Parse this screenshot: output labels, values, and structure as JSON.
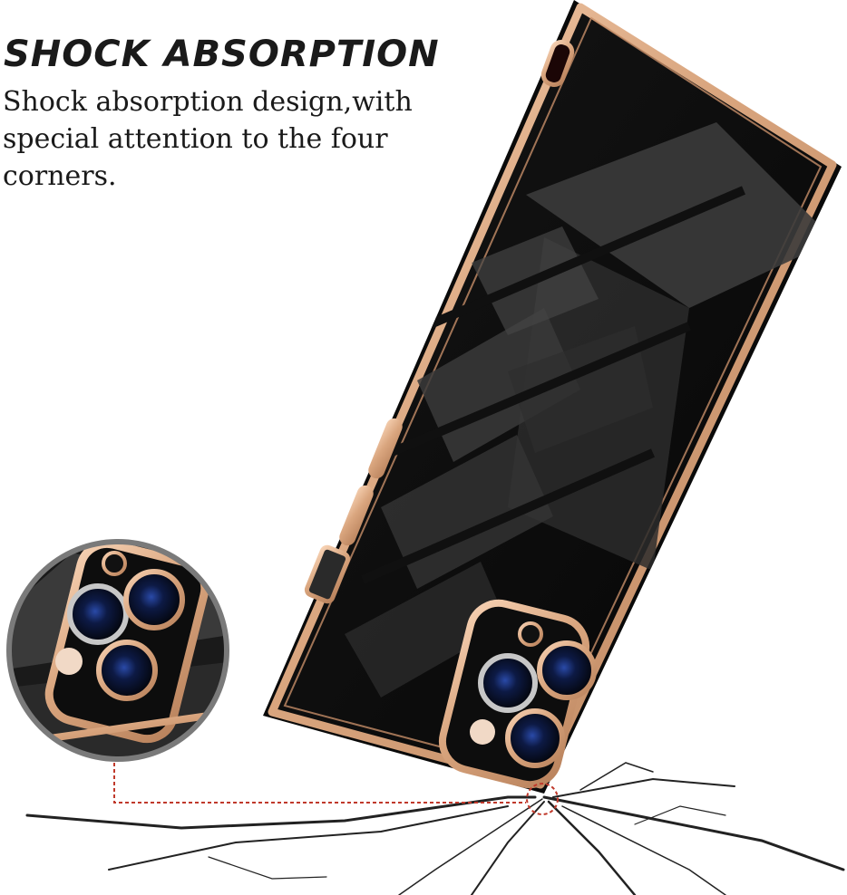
{
  "headline": "SHOCK ABSORPTION",
  "description": "Shock absorption design,with special attention to the four corners.",
  "colors": {
    "background": "#ffffff",
    "text": "#1a1a1a",
    "case_black": "#0c0c0c",
    "gold_trim": "#d9a57e",
    "callout_ring": "#7a7a7a",
    "callout_line": "#c0392b"
  },
  "image_parts": {
    "product": "black-phone-case-with-gold-trim",
    "callout": "camera-closeup-magnifier",
    "ground": "cracked-floor-impact"
  }
}
